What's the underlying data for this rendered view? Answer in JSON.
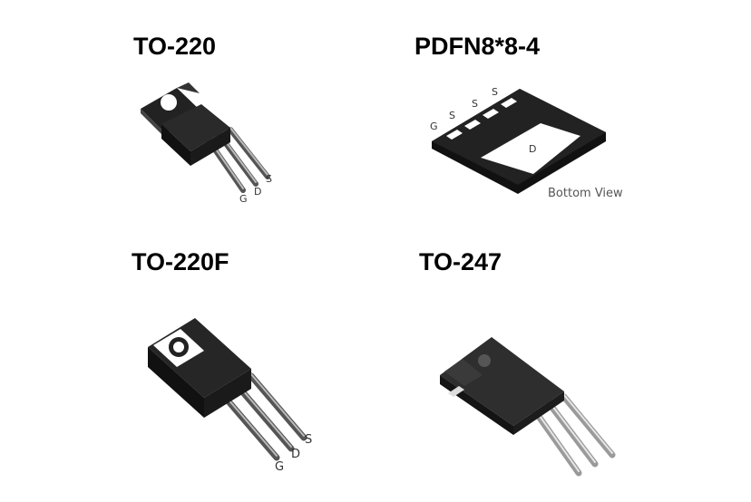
{
  "packages": [
    {
      "name": "TO-220",
      "pins": [
        "G",
        "D",
        "S"
      ]
    },
    {
      "name": "PDFN8*8-4",
      "pins": [
        "G",
        "S",
        "S",
        "S",
        "D"
      ],
      "view_label": "Bottom View"
    },
    {
      "name": "TO-220F",
      "pins": [
        "G",
        "D",
        "S"
      ]
    },
    {
      "name": "TO-247"
    }
  ]
}
